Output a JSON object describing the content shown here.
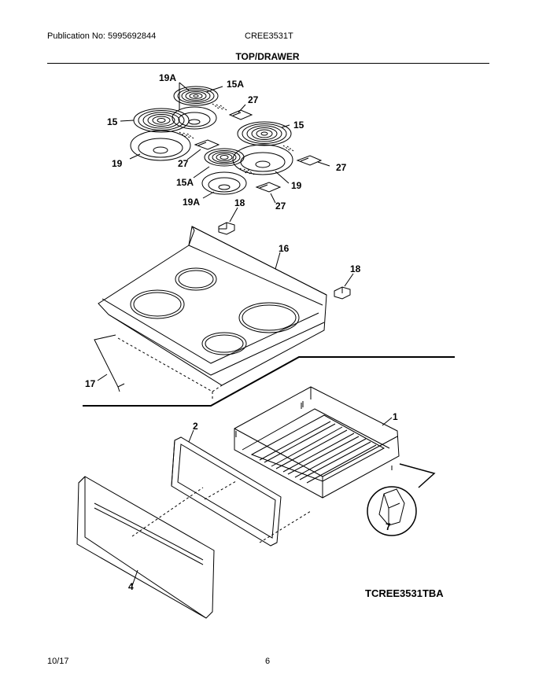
{
  "header": {
    "publication": "Publication No: 5995692844",
    "model": "CREE3531T",
    "section_title": "TOP/DRAWER"
  },
  "callouts": {
    "c19A_top": "19A",
    "c15A_top": "15A",
    "c27_top": "27",
    "c15_left": "15",
    "c15_right": "15",
    "c19_left": "19",
    "c27_mid": "27",
    "c27_right": "27",
    "c15A_bottom": "15A",
    "c19_right": "19",
    "c19A_bottom": "19A",
    "c27_bottom": "27",
    "c18_top": "18",
    "c16": "16",
    "c18_right": "18",
    "c17": "17",
    "c1": "1",
    "c2": "2",
    "c7": "7",
    "c4": "4"
  },
  "diagram_code": "TCREE3531TBA",
  "footer": {
    "date": "10/17",
    "page_number": "6"
  }
}
